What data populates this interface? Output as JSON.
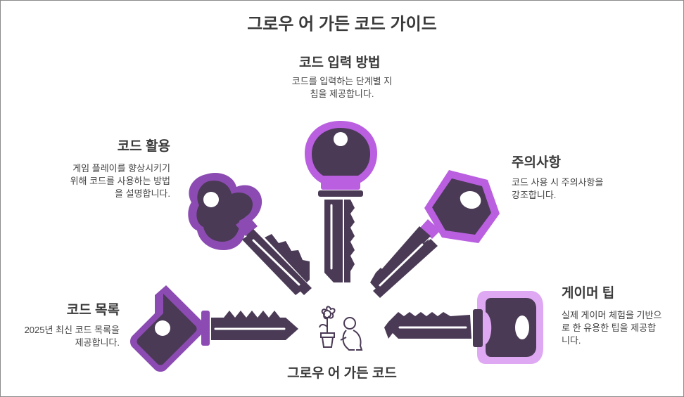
{
  "title": "그로우 어 가든 코드 가이드",
  "center_label": "그로우 어 가든 코드",
  "colors": {
    "key_dark": "#4a3a55",
    "purple_dark": "#8c4bb2",
    "purple_mid": "#b95fe0",
    "purple_light": "#dfa8f2",
    "text": "#3a3a3a"
  },
  "sections": {
    "input": {
      "heading": "코드 입력 방법",
      "desc_line1": "코드를 입력하는 단계별 지",
      "desc_line2": "침을 제공합니다."
    },
    "usage": {
      "heading": "코드 활용",
      "desc_line1": "게임 플레이를 향상시키기",
      "desc_line2": "위해 코드를 사용하는 방법",
      "desc_line3": "을 설명합니다."
    },
    "caution": {
      "heading": "주의사항",
      "desc_line1": "코드 사용 시 주의사항을",
      "desc_line2": "강조합니다."
    },
    "list": {
      "heading": "코드 목록",
      "desc_line1": "2025년 최신 코드 목록을",
      "desc_line2": "제공합니다."
    },
    "tips": {
      "heading": "게이머 팁",
      "desc_line1": "실제 게이머 체험을 기반으",
      "desc_line2": "로 한 유용한 팁을 제공합",
      "desc_line3": "니다."
    }
  },
  "icons": [
    "key-icon",
    "flower-pot-icon",
    "gardener-icon"
  ]
}
